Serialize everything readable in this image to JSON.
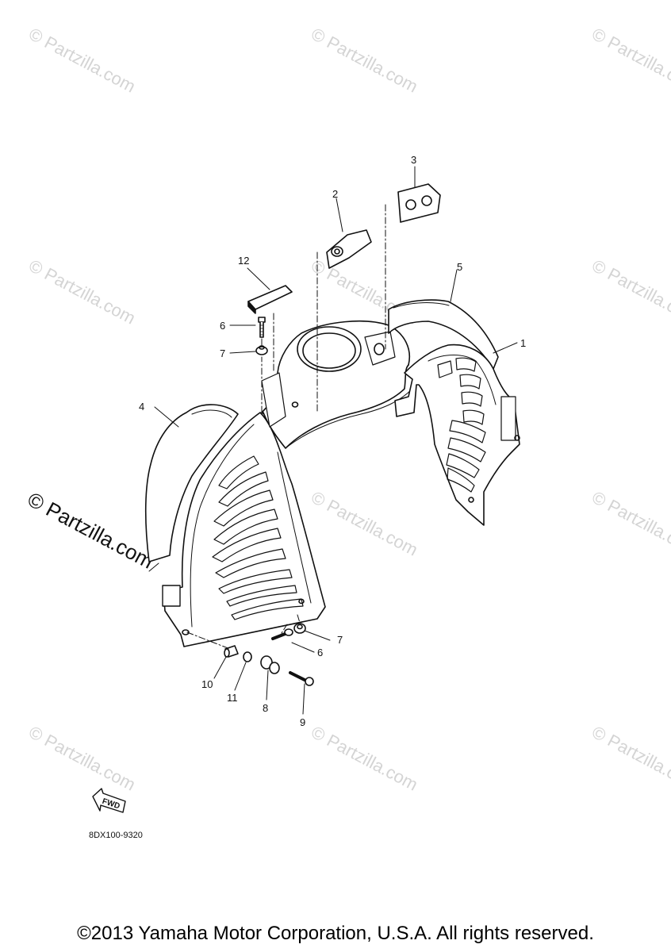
{
  "watermark": {
    "text": "© Partzilla.com"
  },
  "callouts": [
    {
      "id": "1",
      "label": "1"
    },
    {
      "id": "2",
      "label": "2"
    },
    {
      "id": "3",
      "label": "3"
    },
    {
      "id": "4",
      "label": "4"
    },
    {
      "id": "5",
      "label": "5"
    },
    {
      "id": "6a",
      "label": "6"
    },
    {
      "id": "6b",
      "label": "6"
    },
    {
      "id": "7a",
      "label": "7"
    },
    {
      "id": "7b",
      "label": "7"
    },
    {
      "id": "8",
      "label": "8"
    },
    {
      "id": "9",
      "label": "9"
    },
    {
      "id": "10",
      "label": "10"
    },
    {
      "id": "11",
      "label": "11"
    },
    {
      "id": "12",
      "label": "12"
    }
  ],
  "fwd_label": "FWD",
  "diagram_code": "8DX100-9320",
  "copyright": "©2013  Yamaha Motor Corporation, U.S.A. All rights reserved."
}
